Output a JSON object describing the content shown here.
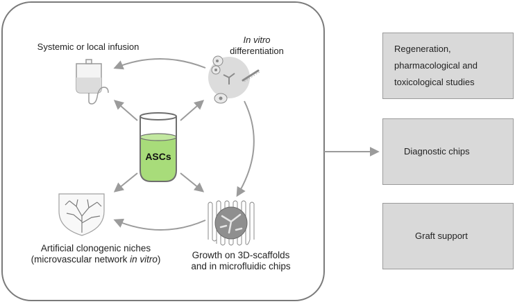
{
  "center": {
    "label": "ASCs"
  },
  "nodes": {
    "infusion": {
      "text": "Systemic or local infusion"
    },
    "differentiation": {
      "italic": "In vitro",
      "text": "differentiation"
    },
    "niches": {
      "line1": "Artificial clonogenic niches",
      "line2_prefix": "(microvascular network ",
      "line2_italic": "in vitro",
      "line2_suffix": ")"
    },
    "scaffolds": {
      "line1": "Growth on 3D-scaffolds",
      "line2": "and in microfluidic chips"
    }
  },
  "applications": [
    {
      "label": "Regeneration, pharmacological and toxicological studies"
    },
    {
      "label": "Diagnostic chips"
    },
    {
      "label": "Graft support"
    }
  ],
  "colors": {
    "arrow": "#9b9b9b",
    "tube_fill": "#a8dc7a",
    "box_fill": "#d9d9d9",
    "frame": "#7a7a7a"
  }
}
